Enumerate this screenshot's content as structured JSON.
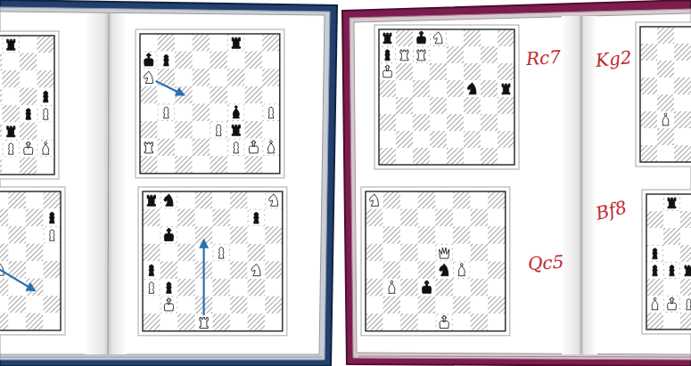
{
  "diagram": {
    "labels": [
      "Rc7",
      "Kg2",
      "Qc5",
      "Bf8"
    ]
  }
}
